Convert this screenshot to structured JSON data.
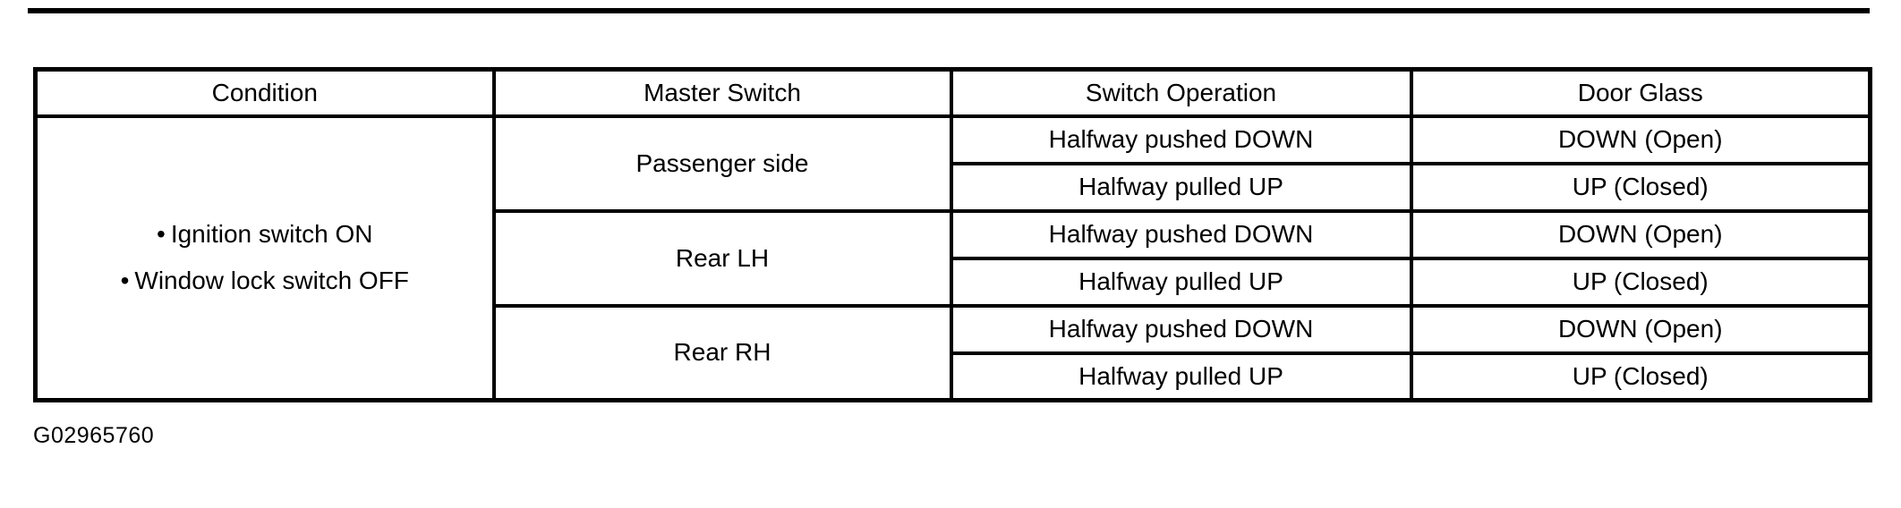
{
  "figure_id": "G02965760",
  "bullet_char": "•",
  "colors": {
    "border": "#000000",
    "background": "#ffffff",
    "text": "#000000"
  },
  "table": {
    "headers": [
      "Condition",
      "Master Switch",
      "Switch Operation",
      "Door Glass"
    ],
    "condition_items": [
      "Ignition switch ON",
      "Window lock switch OFF"
    ],
    "groups": [
      {
        "master_switch": "Passenger side",
        "rows": [
          {
            "switch_operation": "Halfway pushed DOWN",
            "door_glass": "DOWN (Open)"
          },
          {
            "switch_operation": "Halfway pulled UP",
            "door_glass": "UP (Closed)"
          }
        ]
      },
      {
        "master_switch": "Rear LH",
        "rows": [
          {
            "switch_operation": "Halfway pushed DOWN",
            "door_glass": "DOWN (Open)"
          },
          {
            "switch_operation": "Halfway pulled UP",
            "door_glass": "UP (Closed)"
          }
        ]
      },
      {
        "master_switch": "Rear RH",
        "rows": [
          {
            "switch_operation": "Halfway pushed DOWN",
            "door_glass": "DOWN (Open)"
          },
          {
            "switch_operation": "Halfway pulled UP",
            "door_glass": "UP (Closed)"
          }
        ]
      }
    ]
  }
}
